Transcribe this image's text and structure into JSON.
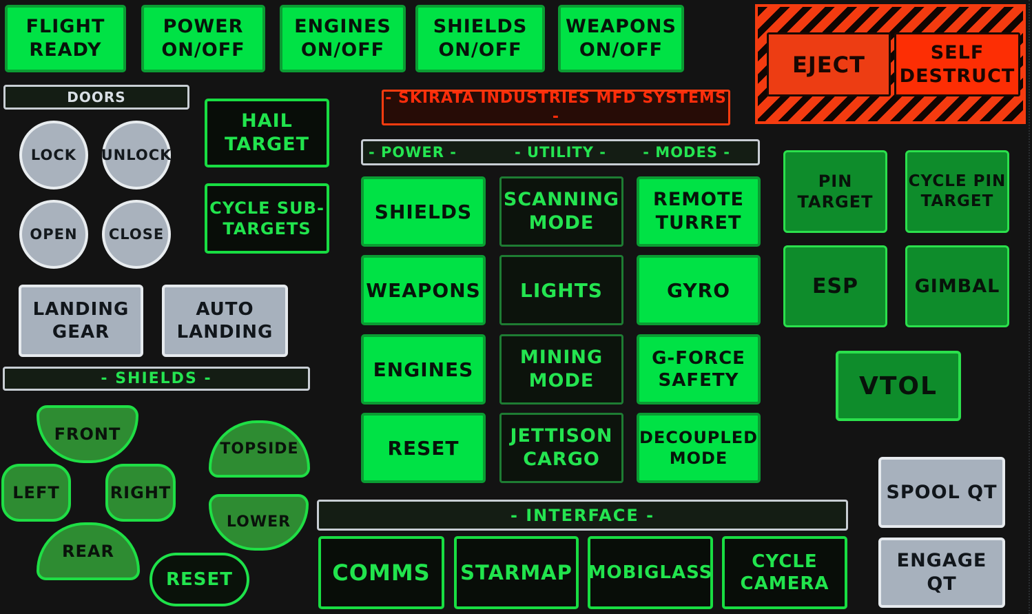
{
  "panel": {
    "top_buttons": [
      {
        "label": "FLIGHT\nREADY"
      },
      {
        "label": "POWER\nON/OFF"
      },
      {
        "label": "ENGINES\nON/OFF"
      },
      {
        "label": "SHIELDS\nON/OFF"
      },
      {
        "label": "WEAPONS\nON/OFF"
      }
    ],
    "danger": {
      "eject": "EJECT",
      "self_destruct": "SELF\nDESTRUCT"
    },
    "doors": {
      "header": "DOORS",
      "lock": "LOCK",
      "unlock": "UNLOCK",
      "open": "OPEN",
      "close": "CLOSE"
    },
    "target_left": {
      "hail": "HAIL\nTARGET",
      "cycle_sub": "CYCLE SUB-\nTARGETS"
    },
    "landing": {
      "gear": "LANDING\nGEAR",
      "auto": "AUTO\nLANDING"
    },
    "shields": {
      "header": "- SHIELDS -",
      "front": "FRONT",
      "left": "LEFT",
      "right": "RIGHT",
      "rear": "REAR",
      "topside": "TOPSIDE",
      "lower": "LOWER",
      "reset": "RESET"
    },
    "mfd": {
      "banner": "- SKIRATA INDUSTRIES MFD SYSTEMS -",
      "headers": {
        "power": "- POWER -",
        "utility": "- UTILITY -",
        "modes": "- MODES -"
      },
      "power": [
        "SHIELDS",
        "WEAPONS",
        "ENGINES",
        "RESET"
      ],
      "utility": [
        "SCANNING\nMODE",
        "LIGHTS",
        "MINING\nMODE",
        "JETTISON\nCARGO"
      ],
      "modes": [
        "REMOTE\nTURRET",
        "GYRO",
        "G-FORCE\nSAFETY",
        "DECOUPLED\nMODE"
      ]
    },
    "target_right": {
      "pin": "PIN\nTARGET",
      "cycle_pin": "CYCLE PIN\nTARGET",
      "esp": "ESP",
      "gimbal": "GIMBAL",
      "vtol": "VTOL"
    },
    "quantum": {
      "spool": "SPOOL QT",
      "engage": "ENGAGE\nQT"
    },
    "interface": {
      "header": "- INTERFACE -",
      "comms": "COMMS",
      "starmap": "STARMAP",
      "mobiglass": "MOBIGLASS",
      "cycle_camera": "CYCLE\nCAMERA"
    }
  },
  "colors": {
    "background": "#131313",
    "bright_green": "#00e245",
    "medium_green": "#0e8c2b",
    "shield_pad_green": "#2e8c32",
    "neon_green_text": "#22e44e",
    "gray_button": "#a7b1bd",
    "danger_red": "#f53c10",
    "banner_red_text": "#fd2d0b"
  }
}
